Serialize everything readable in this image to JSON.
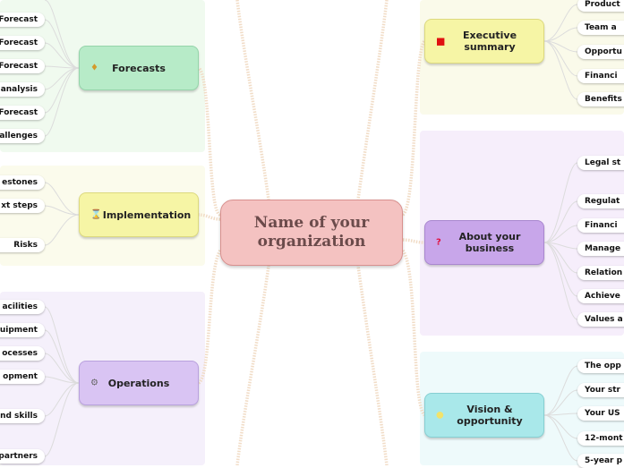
{
  "central_topic": "Name of your organization",
  "branches": {
    "forecasts": {
      "label": "Forecasts",
      "icon": "moneybag-icon",
      "color": "#b7ebc8",
      "items": [
        "Forecast",
        "Forecast",
        "Forecast",
        "analysis",
        "Forecast",
        "allenges"
      ]
    },
    "implementation": {
      "label": "Implementation",
      "icon": "hourglass-icon",
      "color": "#f6f5a5",
      "items": [
        "estones",
        "xt steps",
        "Risks"
      ]
    },
    "operations": {
      "label": "Operations",
      "icon": "gear-icon",
      "color": "#d9c4f3",
      "items": [
        "acilities",
        "uipment",
        "ocesses",
        "opment",
        "nd skills",
        "partners"
      ]
    },
    "executive_summary": {
      "label": "Executive summary",
      "icon": "red-square-icon",
      "color": "#f6f5a5",
      "items": [
        "Product",
        "Team a",
        "Opportu",
        "Financi",
        "Benefits"
      ]
    },
    "about_business": {
      "label": "About your business",
      "icon": "question-icon",
      "color": "#c8a6ea",
      "items": [
        "Legal st",
        "Regulat",
        "Financi",
        "Manage",
        "Relation",
        "Achieve",
        "Values a"
      ]
    },
    "vision": {
      "label": "Vision & opportunity",
      "icon": "lightbulb-icon",
      "color": "#a9e8ea",
      "items": [
        "The opp",
        "Your str",
        "Your US",
        "12-mont",
        "5-year p"
      ]
    }
  }
}
